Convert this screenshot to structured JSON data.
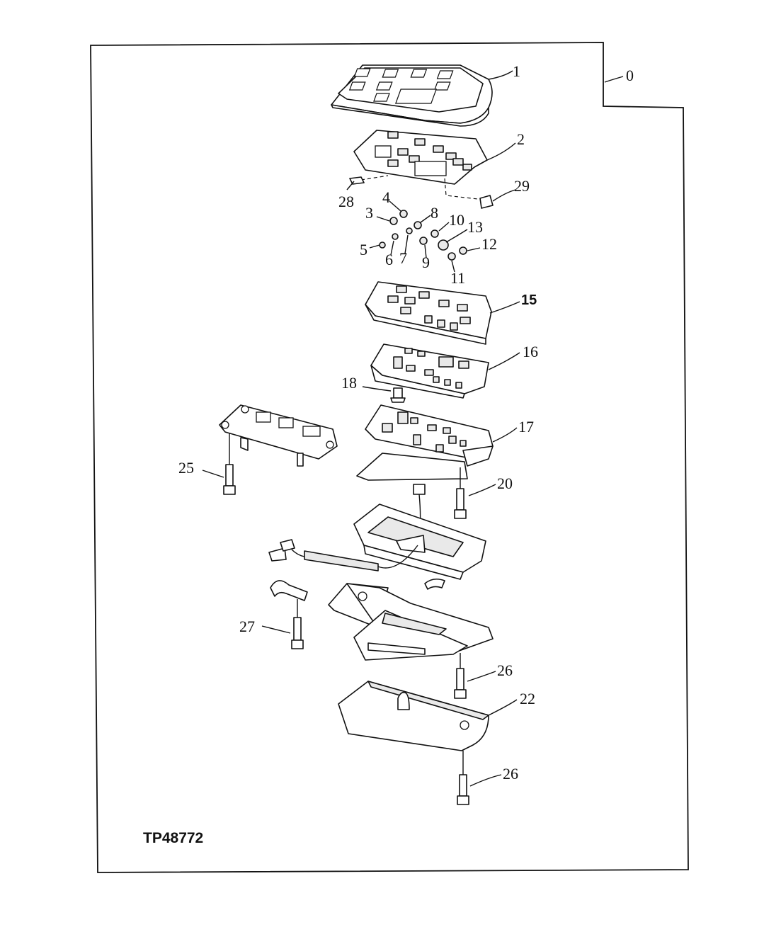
{
  "figure": {
    "id": "TP48772"
  },
  "callouts": [
    {
      "n": "0"
    },
    {
      "n": "1"
    },
    {
      "n": "2"
    },
    {
      "n": "29"
    },
    {
      "n": "28"
    },
    {
      "n": "4"
    },
    {
      "n": "3"
    },
    {
      "n": "8"
    },
    {
      "n": "10"
    },
    {
      "n": "13"
    },
    {
      "n": "12"
    },
    {
      "n": "5"
    },
    {
      "n": "6"
    },
    {
      "n": "7"
    },
    {
      "n": "9"
    },
    {
      "n": "11"
    },
    {
      "n": "15"
    },
    {
      "n": "16"
    },
    {
      "n": "18"
    },
    {
      "n": "17"
    },
    {
      "n": "25"
    },
    {
      "n": "20"
    },
    {
      "n": "27"
    },
    {
      "n": "26"
    },
    {
      "n": "22"
    },
    {
      "n": "26"
    }
  ]
}
